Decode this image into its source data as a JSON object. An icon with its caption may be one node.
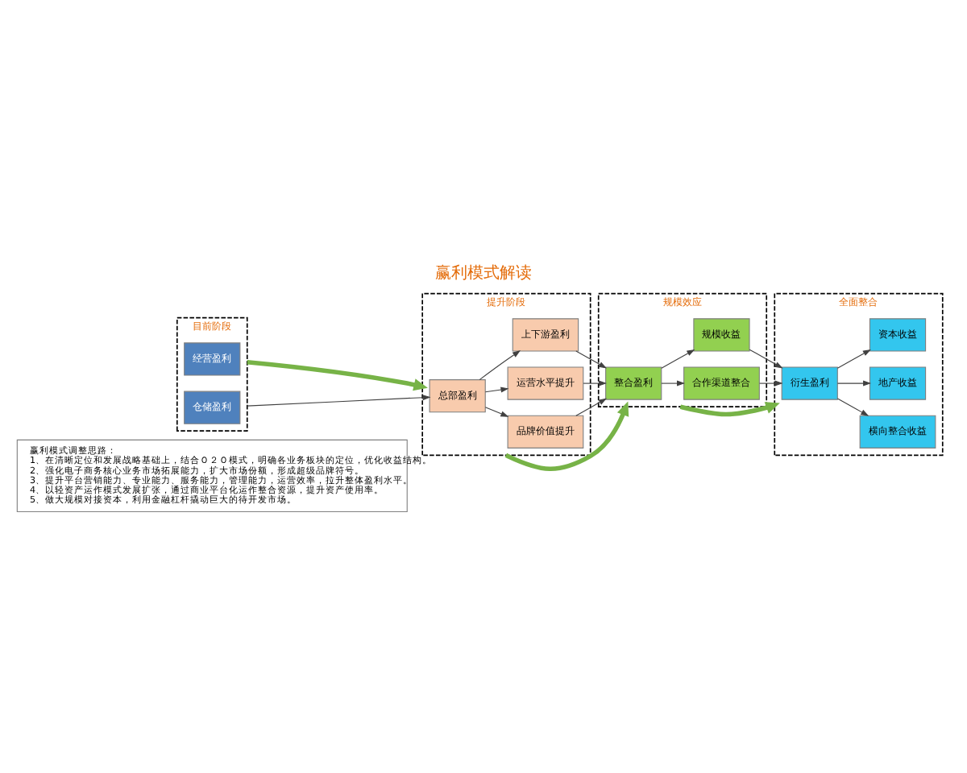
{
  "diagram": {
    "title": "赢利模式解读",
    "nodes": [
      {
        "text": [
          "目前阶段"
        ]
      },
      {
        "text": [
          "经营盈利"
        ],
        "in": 0
      },
      {
        "text": [
          "仓储盈利"
        ],
        "in": 0
      },
      {
        "text": [
          "提升阶段"
        ]
      },
      {
        "text": [
          "总部盈利"
        ],
        "in": 3
      },
      {
        "text": [
          "品牌价值提升"
        ],
        "in": 3
      },
      {
        "text": [
          "运营水平提升"
        ],
        "in": 3
      },
      {
        "text": [
          "上下游盈利"
        ],
        "in": 3
      },
      {
        "text": [
          "规模效应"
        ]
      },
      {
        "text": [
          "整合盈利"
        ],
        "in": 8
      },
      {
        "text": [
          "合作渠道整合"
        ],
        "in": 8
      },
      {
        "text": [
          "规模收益"
        ],
        "in": 8
      },
      {
        "text": [
          "全面整合"
        ]
      },
      {
        "text": [
          "衍生盈利"
        ],
        "in": 12
      },
      {
        "text": [
          "横向整合收益"
        ],
        "in": 12
      },
      {
        "text": [
          "地产收益"
        ],
        "in": 12
      },
      {
        "text": [
          "资本收益"
        ],
        "in": 12
      },
      {
        "text": [
          "赢利模式调整思路：",
          "1、在清晰定位和发展战略基础上，结合Ｏ２Ｏ模式，明确各业务板块的定位，优化收益结构。",
          "2、强化电子商务核心业务市场拓展能力，扩大市场份额，形成超级品牌符号。",
          "3、提升平台营销能力、专业能力、服务能力，管理能力，运营效率，拉升整体盈利水平。",
          "4、以轻资产运作模式发展扩张，通过商业平台化运作整合资源，提升资产使用率。",
          "5、做大规模对接资本，利用金融杠杆撬动巨大的待开发市场。"
        ]
      }
    ],
    "edges": [
      {
        "from": 0,
        "to": 3,
        "arrow": "to",
        "style": "thick",
        "color": "#77b347"
      },
      {
        "from": 3,
        "to": 8,
        "arrow": "to",
        "style": "thick",
        "color": "#77b347"
      },
      {
        "from": 8,
        "to": 12,
        "arrow": "to",
        "style": "thick",
        "color": "#77b347"
      },
      {
        "from": 0,
        "to": 4,
        "arrow": "to"
      },
      {
        "from": 4,
        "to": 5,
        "arrow": "to"
      },
      {
        "from": 4,
        "to": 6,
        "arrow": "to"
      },
      {
        "from": 4,
        "to": 7,
        "arrow": "to"
      },
      {
        "from": 5,
        "to": 9,
        "arrow": "to"
      },
      {
        "from": 6,
        "to": 9,
        "arrow": "to"
      },
      {
        "from": 7,
        "to": 9,
        "arrow": "to"
      },
      {
        "from": 9,
        "to": 10,
        "arrow": "to"
      },
      {
        "from": 9,
        "to": 11,
        "arrow": "to"
      },
      {
        "from": 10,
        "to": 13,
        "arrow": "to"
      },
      {
        "from": 11,
        "to": 13,
        "arrow": "to"
      },
      {
        "from": 13,
        "to": 14,
        "arrow": "to"
      },
      {
        "from": 13,
        "to": 15,
        "arrow": "to"
      },
      {
        "from": 13,
        "to": 16,
        "arrow": "to"
      }
    ]
  }
}
